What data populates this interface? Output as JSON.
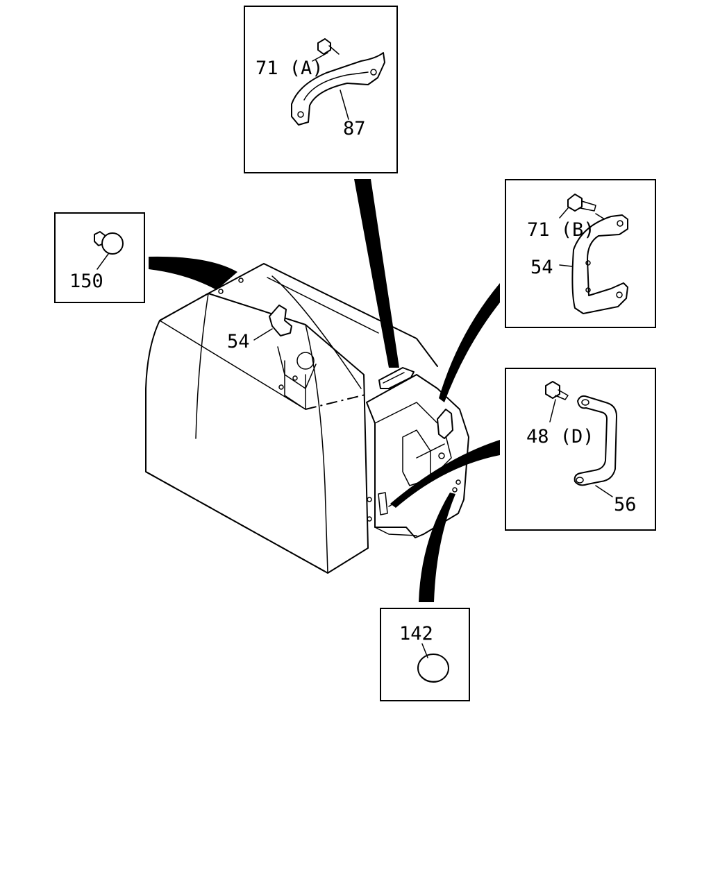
{
  "labels": {
    "part_71a": "71 (A)",
    "part_87": "87",
    "part_150": "150",
    "part_54_top": "54",
    "part_71b": "71 (B)",
    "part_54_box": "54",
    "part_48d": "48 (D)",
    "part_56": "56",
    "part_142": "142"
  }
}
